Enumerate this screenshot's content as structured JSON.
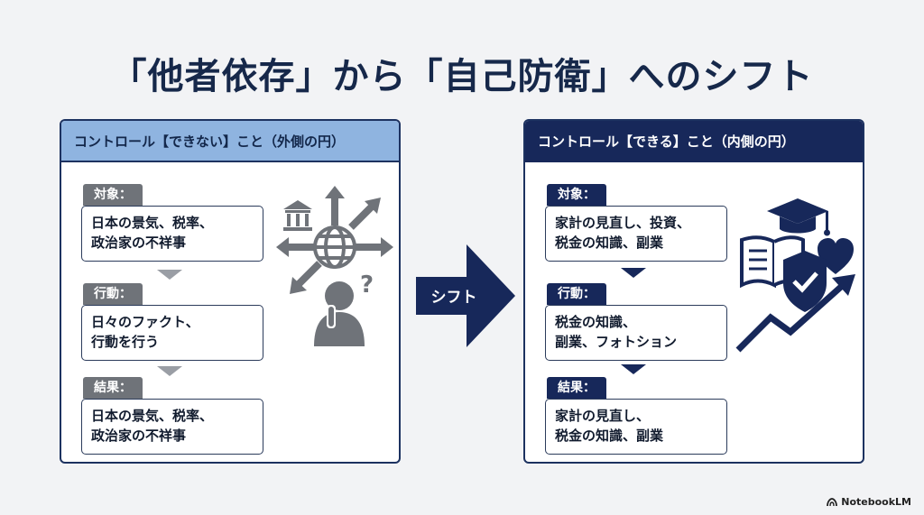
{
  "title": "「他者依存」から「自己防衛」へのシフト",
  "left_panel": {
    "header": "コントロール【できない】こと（外側の円）",
    "sections": [
      {
        "tag": "対象：",
        "lines": [
          "日本の景気、税率、",
          "政治家の不祥事"
        ]
      },
      {
        "tag": "行動：",
        "lines": [
          "日々のファクト、",
          "行動を行う"
        ]
      },
      {
        "tag": "結果：",
        "lines": [
          "日本の景気、税率、",
          "政治家の不祥事"
        ]
      }
    ],
    "icon_names": [
      "bank-icon",
      "globe-icon",
      "arrows-icon",
      "confused-person-icon"
    ]
  },
  "center": {
    "label": "シフト"
  },
  "right_panel": {
    "header": "コントロール【できる】こと（内側の円）",
    "sections": [
      {
        "tag": "対象：",
        "lines": [
          "家計の見直し、投資、",
          "税金の知識、副業"
        ]
      },
      {
        "tag": "行動：",
        "lines": [
          "税金の知識、",
          "副業、フォトション"
        ]
      },
      {
        "tag": "結果：",
        "lines": [
          "家計の見直し、",
          "税金の知識、副業"
        ]
      }
    ],
    "icon_names": [
      "graduation-cap-icon",
      "book-icon",
      "heart-icon",
      "shield-check-icon",
      "growth-arrow-icon"
    ]
  },
  "watermark": "NotebookLM",
  "colors": {
    "navy": "#17285a",
    "light_blue": "#8fb4e0",
    "gray": "#6f7379"
  }
}
